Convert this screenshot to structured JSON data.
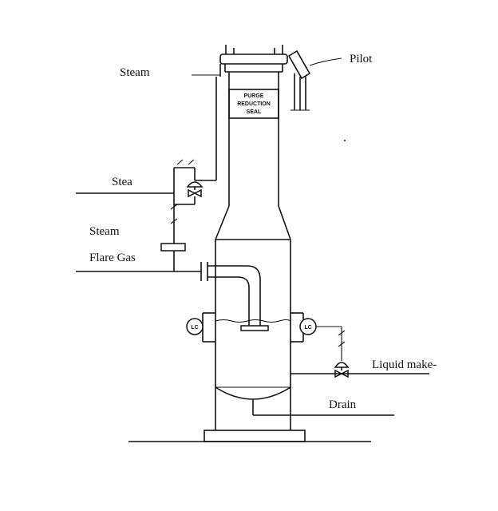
{
  "labels": {
    "steam_top": "Steam",
    "pilot": "Pilot",
    "steam_mid": "Stea",
    "steam_low": "Steam",
    "flare_gas": "Flare Gas",
    "liquid_makeup": "Liquid make-",
    "drain": "Drain"
  },
  "seal": {
    "line1": "PURGE",
    "line2": "REDUCTION",
    "line3": "SEAL"
  },
  "instruments": {
    "lc_left": "LC",
    "lc_right": "LC"
  }
}
